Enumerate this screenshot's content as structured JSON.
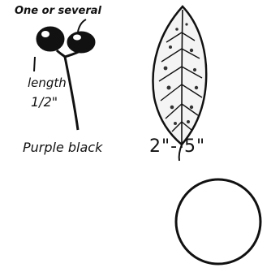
{
  "seedling": {
    "top_label": "One or several",
    "length_label": "length",
    "length_value": "1/2\"",
    "color_label": "Purple black"
  },
  "leaf": {
    "size_range": "2\"- 5\""
  },
  "colors": {
    "ink": "#111111",
    "background": "#ffffff"
  }
}
